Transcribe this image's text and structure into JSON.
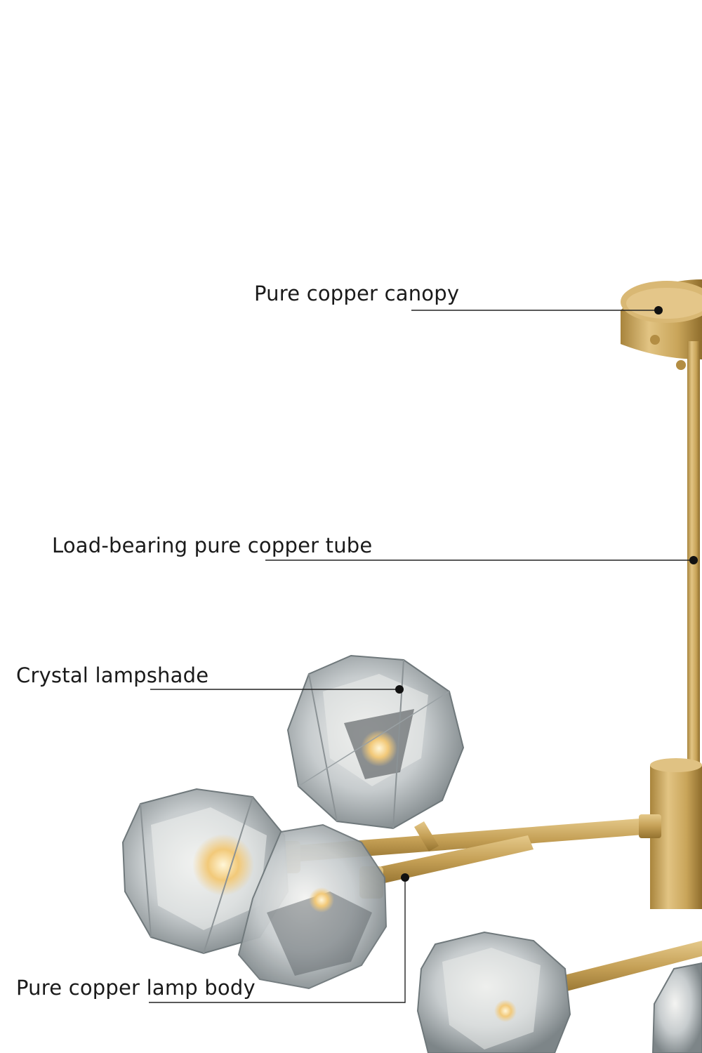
{
  "annotations": {
    "canopy_label": "Pure copper canopy",
    "tube_label": "Load-bearing pure copper tube",
    "lampshade_label": "Crystal lampshade",
    "lamp_body_label": "Pure copper lamp body"
  },
  "colors": {
    "background": "#ffffff",
    "brass": "#c9a55a",
    "brass_dark": "#9c7a35",
    "leader_line": "#222222",
    "crystal": "#bfc5c8"
  }
}
